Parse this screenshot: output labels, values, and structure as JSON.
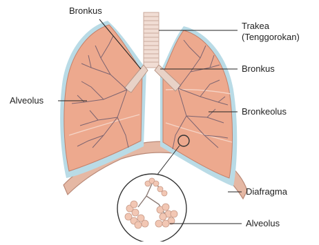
{
  "labels": {
    "bronkus_left": "Bronkus",
    "trakea_line1": "Trakea",
    "trakea_line2": "(Tenggorokan)",
    "bronkus_right": "Bronkus",
    "alveolus_left": "Alveolus",
    "bronkeolus": "Bronkeolus",
    "diafragma": "Diafragma",
    "alveolus_bottom": "Alveolus"
  },
  "colors": {
    "lung_fill": "#eda98e",
    "lung_shade": "#e0917a",
    "pleura": "#b9dbe6",
    "diaphragm": "#e5b8a4",
    "diaphragm_edge": "#b88876",
    "trachea": "#f1ddd4",
    "trachea_ring": "#c9a99b",
    "bronchi": "#e8d2c7",
    "branch": "#7d6470",
    "alveoli": "#f2c7b4",
    "leader_line": "#222222"
  }
}
